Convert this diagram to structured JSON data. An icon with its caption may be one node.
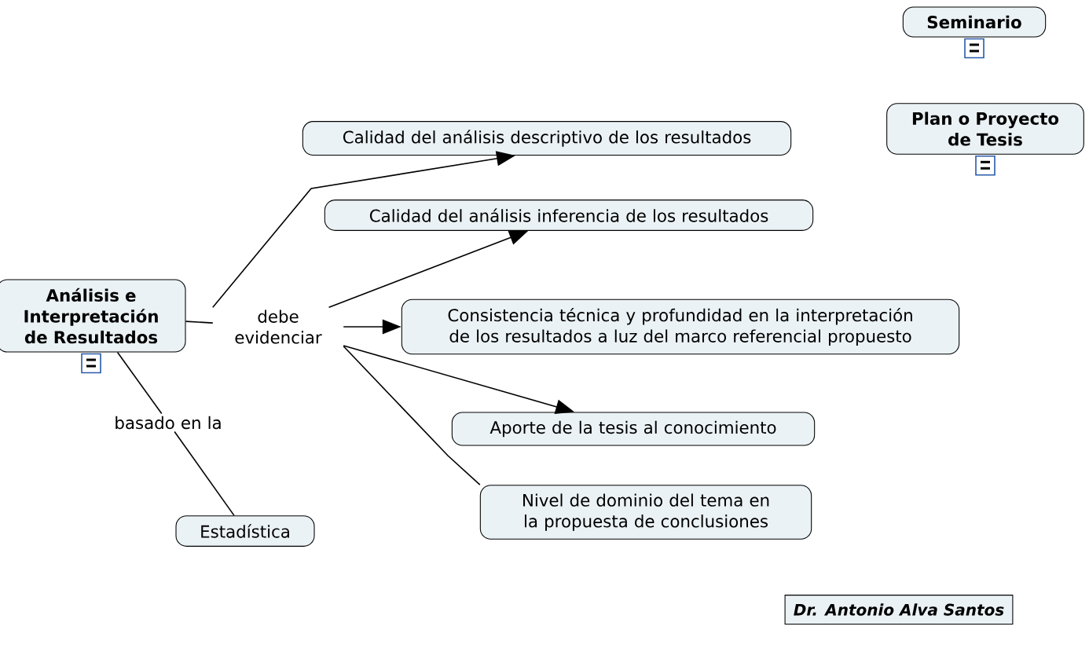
{
  "diagram": {
    "nodes": [
      {
        "text": [
          "Seminario"
        ]
      },
      {
        "text": [
          "Plan o Proyecto de Tesis"
        ]
      },
      {
        "text": [
          "Calidad del análisis descriptivo de los resultados"
        ]
      },
      {
        "text": [
          "Calidad del análisis inferencia de los resultados"
        ]
      },
      {
        "text": [
          "Análisis e Interpretación de Resultados"
        ]
      },
      {
        "text": [
          "debe evidenciar"
        ]
      },
      {
        "text": [
          "Consistencia técnica y profundidad en la interpretación de los resultados a luz del marco referencial propuesto"
        ]
      },
      {
        "text": [
          "Aporte de la tesis al conocimiento"
        ]
      },
      {
        "text": [
          "basado en la"
        ]
      },
      {
        "text": [
          "Nivel de dominio del tema en la propuesta de conclusiones"
        ]
      },
      {
        "text": [
          "Estadística"
        ]
      }
    ],
    "edges": [
      {
        "from": 4,
        "to": 5,
        "arrow": "none"
      },
      {
        "from": 5,
        "to": 2,
        "arrow": "to"
      },
      {
        "from": 5,
        "to": 3,
        "arrow": "to"
      },
      {
        "from": 5,
        "to": 6,
        "arrow": "to"
      },
      {
        "from": 5,
        "to": 7,
        "arrow": "to"
      },
      {
        "from": 5,
        "to": 9,
        "arrow": "none"
      },
      {
        "from": 4,
        "to": 8,
        "arrow": "none"
      },
      {
        "from": 8,
        "to": 10,
        "arrow": "none"
      }
    ],
    "labels": [
      "Dr. Antonio Alva Santos"
    ]
  }
}
